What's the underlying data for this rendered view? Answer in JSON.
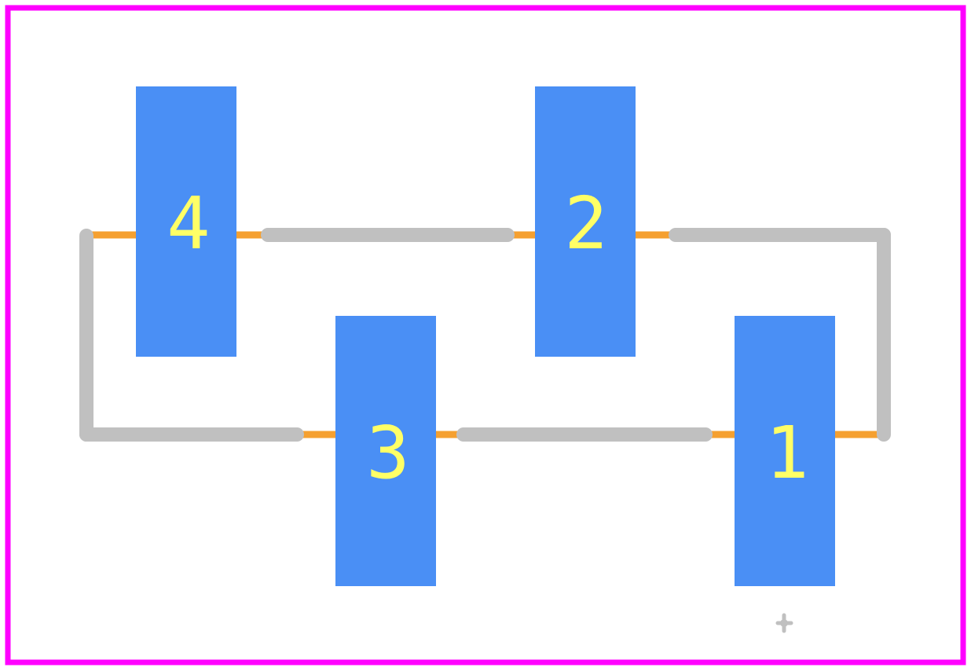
{
  "colors": {
    "board_outline": "#ff00ff",
    "pad": "#4a8ff5",
    "pad_label": "#ffff66",
    "silkscreen": "#c0c0c0",
    "lead": "#f5a030",
    "background": "#ffffff"
  },
  "pads": [
    {
      "id": "pad-1",
      "label": "1"
    },
    {
      "id": "pad-2",
      "label": "2"
    },
    {
      "id": "pad-3",
      "label": "3"
    },
    {
      "id": "pad-4",
      "label": "4"
    }
  ],
  "origin_marker": "crosshair-icon"
}
